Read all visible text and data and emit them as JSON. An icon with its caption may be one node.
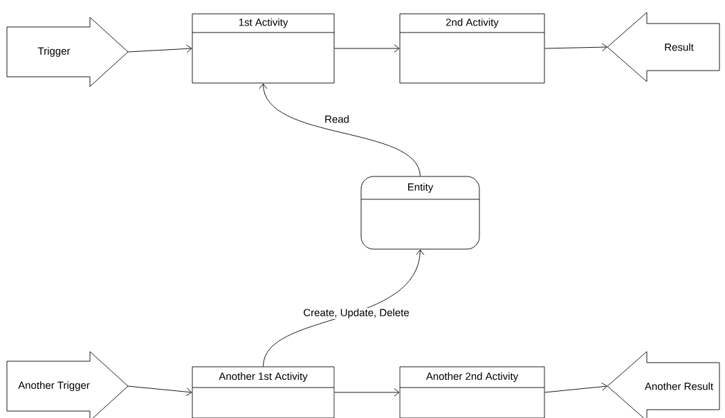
{
  "diagram": {
    "nodes": [
      {
        "text": [
          "Trigger"
        ]
      },
      {
        "text": [
          "1st Activity"
        ]
      },
      {
        "text": [
          "2nd Activity"
        ]
      },
      {
        "text": [
          "Result"
        ]
      },
      {
        "text": [
          "Entity"
        ]
      },
      {
        "text": [
          "Another Trigger"
        ]
      },
      {
        "text": [
          "Another 1st Activity"
        ]
      },
      {
        "text": [
          "Another 2nd Activity"
        ]
      },
      {
        "text": [
          "Another Result"
        ]
      }
    ],
    "edges": [
      {
        "from": 0,
        "to": 1,
        "arrow": "to"
      },
      {
        "from": 1,
        "to": 2,
        "arrow": "to"
      },
      {
        "from": 2,
        "to": 3,
        "arrow": "to"
      },
      {
        "from": 4,
        "to": 1,
        "arrow": "to",
        "label": "Read"
      },
      {
        "from": 6,
        "to": 4,
        "arrow": "to",
        "label": "Create, Update, Delete"
      },
      {
        "from": 5,
        "to": 6,
        "arrow": "to"
      },
      {
        "from": 6,
        "to": 7,
        "arrow": "to"
      },
      {
        "from": 7,
        "to": 8,
        "arrow": "to"
      }
    ]
  }
}
